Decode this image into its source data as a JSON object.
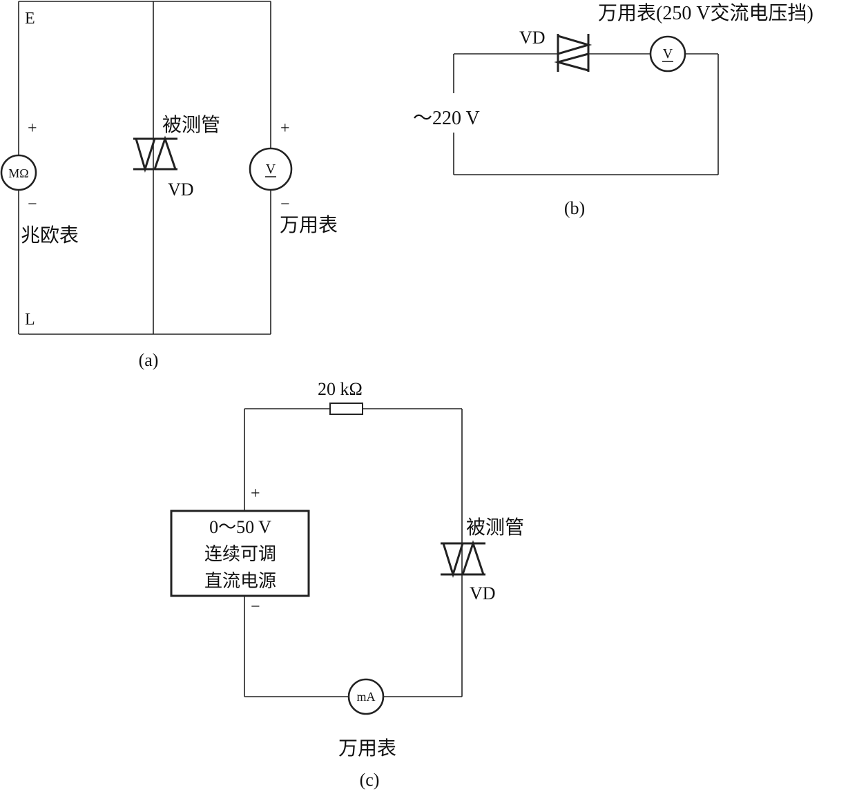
{
  "figure_a": {
    "caption": "(a)",
    "terminal_e": "E",
    "terminal_l": "L",
    "megohmmeter": {
      "symbol": "MΩ",
      "plus": "+",
      "minus": "−",
      "label": "兆欧表"
    },
    "device": {
      "label": "被测管",
      "ref": "VD"
    },
    "voltmeter": {
      "symbol": "V",
      "plus": "+",
      "minus": "−",
      "label": "万用表"
    }
  },
  "figure_b": {
    "caption": "(b)",
    "meter_label": "万用表(250 V交流电压挡)",
    "device_ref": "VD",
    "meter_symbol": "V",
    "source_label": "～220 V"
  },
  "figure_c": {
    "caption": "(c)",
    "resistor_label": "20 kΩ",
    "source": {
      "plus": "+",
      "minus": "−",
      "lines": [
        "0～50 V",
        "连续可调",
        "直流电源"
      ]
    },
    "device": {
      "label": "被测管",
      "ref": "VD"
    },
    "ammeter": {
      "symbol": "mA",
      "label": "万用表"
    }
  }
}
